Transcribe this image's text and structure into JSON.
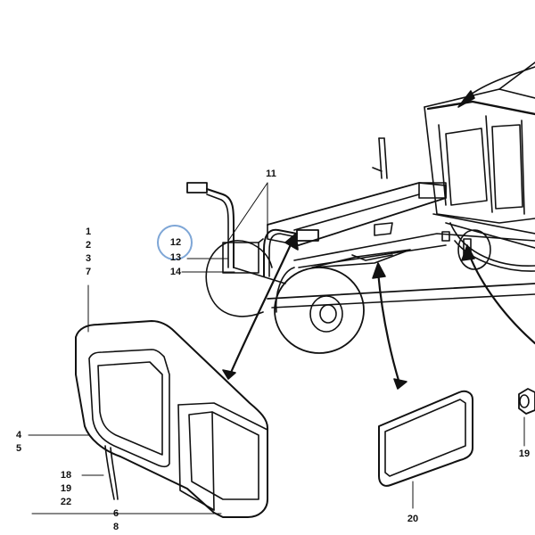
{
  "diagram": {
    "callouts": {
      "c1": "1",
      "c2": "2",
      "c3": "3",
      "c7": "7",
      "c4": "4",
      "c5": "5",
      "c6": "6",
      "c8": "8",
      "c11": "11",
      "c12": "12",
      "c13": "13",
      "c14": "14",
      "c18": "18",
      "c19a": "19",
      "c22": "22",
      "c19b": "19",
      "c20": "20"
    },
    "highlighted_callout": "12",
    "colors": {
      "ink": "#111111",
      "highlight": "#7ea6d6",
      "background": "#ffffff"
    }
  }
}
